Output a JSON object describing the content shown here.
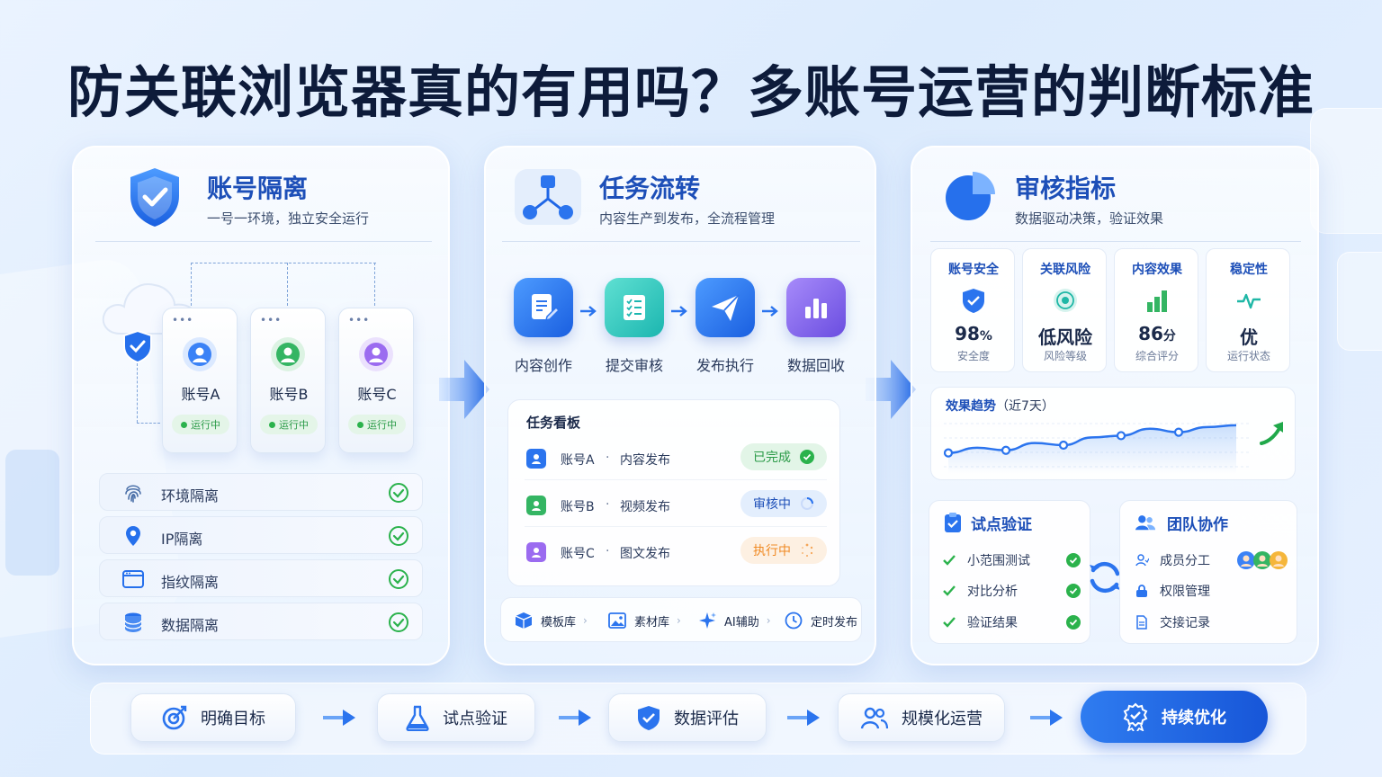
{
  "title": "防关联浏览器真的有用吗？多账号运营的判断标准",
  "colors": {
    "accent": "#1d4fb8",
    "primary": "#2f7cf0",
    "success": "#2bb24c",
    "warning": "#f08a24"
  },
  "panel_isolation": {
    "title": "账号隔离",
    "subtitle": "一号一环境，独立安全运行",
    "icon": "shield-check-icon",
    "accounts": [
      {
        "name": "账号A",
        "status": "运行中",
        "color": "#3b82f6"
      },
      {
        "name": "账号B",
        "status": "运行中",
        "color": "#34b563"
      },
      {
        "name": "账号C",
        "status": "运行中",
        "color": "#9b6bf0"
      }
    ],
    "items": [
      {
        "label": "环境隔离",
        "icon": "fingerprint-icon"
      },
      {
        "label": "IP隔离",
        "icon": "location-pin-icon"
      },
      {
        "label": "指纹隔离",
        "icon": "browser-window-icon"
      },
      {
        "label": "数据隔离",
        "icon": "database-icon"
      }
    ]
  },
  "panel_task": {
    "title": "任务流转",
    "subtitle": "内容生产到发布，全流程管理",
    "icon": "workflow-nodes-icon",
    "steps": [
      {
        "label": "内容创作",
        "icon": "edit-document-icon"
      },
      {
        "label": "提交审核",
        "icon": "checklist-icon"
      },
      {
        "label": "发布执行",
        "icon": "paper-plane-icon"
      },
      {
        "label": "数据回收",
        "icon": "bar-chart-icon"
      }
    ],
    "board": {
      "title": "任务看板",
      "rows": [
        {
          "account": "账号A",
          "dot": "·",
          "type": "内容发布",
          "status": "已完成"
        },
        {
          "account": "账号B",
          "dot": "·",
          "type": "视频发布",
          "status": "审核中"
        },
        {
          "account": "账号C",
          "dot": "·",
          "type": "图文发布",
          "status": "执行中"
        }
      ]
    },
    "tools": [
      {
        "label": "模板库",
        "icon": "cube-icon"
      },
      {
        "label": "素材库",
        "icon": "image-icon"
      },
      {
        "label": "AI辅助",
        "icon": "sparkle-icon"
      },
      {
        "label": "定时发布",
        "icon": "clock-icon"
      }
    ]
  },
  "panel_audit": {
    "title": "审核指标",
    "subtitle": "数据驱动决策，验证效果",
    "icon": "pie-chart-icon",
    "metrics": [
      {
        "title": "账号安全",
        "value": "98",
        "unit": "%",
        "sub": "安全度",
        "icon": "shield-check-icon"
      },
      {
        "title": "关联风险",
        "value": "低风险",
        "unit": "",
        "sub": "风险等级",
        "icon": "radar-icon"
      },
      {
        "title": "内容效果",
        "value": "86",
        "unit": "分",
        "sub": "综合评分",
        "icon": "bar-chart-icon"
      },
      {
        "title": "稳定性",
        "value": "优",
        "unit": "",
        "sub": "运行状态",
        "icon": "pulse-icon"
      }
    ],
    "trend": {
      "title": "效果趋势",
      "range": "（近7天）",
      "values": [
        32,
        44,
        38,
        55,
        50,
        68,
        72,
        88,
        80,
        92,
        96
      ]
    },
    "pilot": {
      "title": "试点验证",
      "items": [
        "小范围测试",
        "对比分析",
        "验证结果"
      ]
    },
    "team": {
      "title": "团队协作",
      "items": [
        {
          "label": "成员分工",
          "icon": "user-icon"
        },
        {
          "label": "权限管理",
          "icon": "lock-icon"
        },
        {
          "label": "交接记录",
          "icon": "document-icon"
        }
      ]
    }
  },
  "flow": [
    {
      "label": "明确目标",
      "icon": "target-icon"
    },
    {
      "label": "试点验证",
      "icon": "flask-icon"
    },
    {
      "label": "数据评估",
      "icon": "shield-check-icon"
    },
    {
      "label": "规模化运营",
      "icon": "team-icon"
    },
    {
      "label": "持续优化",
      "icon": "award-badge-icon"
    }
  ]
}
